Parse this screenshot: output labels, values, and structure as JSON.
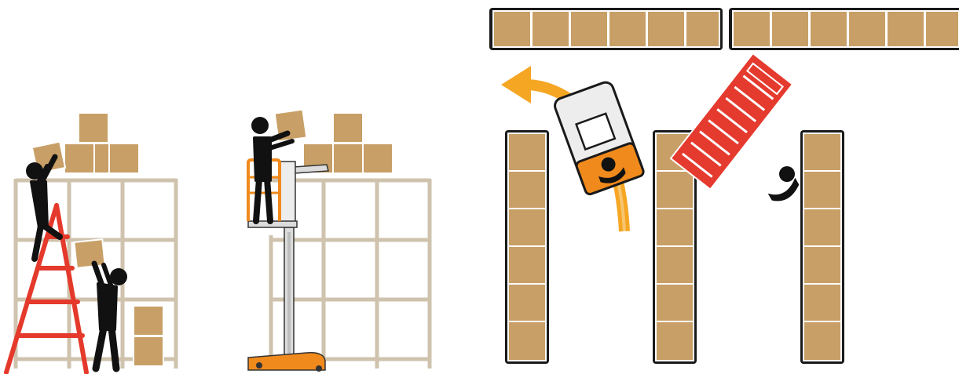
{
  "scene": {
    "panels": [
      {
        "name": "ladder-picking",
        "description_visible_text": ""
      },
      {
        "name": "mobile-lift-picking",
        "description_visible_text": ""
      },
      {
        "name": "aisle-navigation",
        "description_visible_text": ""
      }
    ]
  },
  "colors": {
    "box": "#C89F66",
    "box_line": "#ffffff",
    "shelf": "#CFC3AE",
    "person": "#111111",
    "ladder": "#E4392B",
    "lift_orange": "#F08A1C",
    "lift_grey": "#DCDCDC",
    "arrow": "#F5A623",
    "red_truck": "#E53A2E",
    "rack_outline": "#1a1a1a"
  },
  "icons": [
    "person-icon",
    "ladder-icon",
    "mobile-lift-icon",
    "turn-arrow-icon",
    "pallet-truck-icon",
    "order-picker-icon"
  ]
}
